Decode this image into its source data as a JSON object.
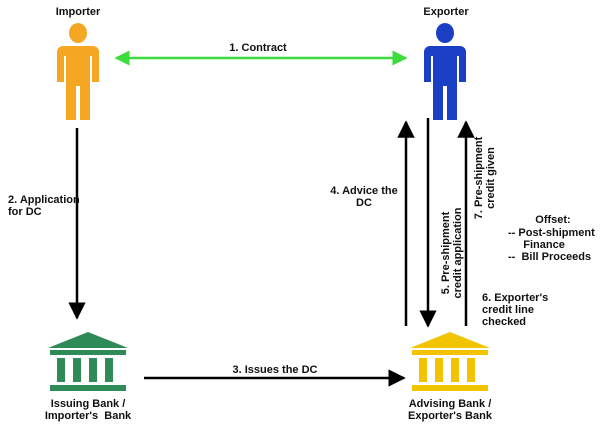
{
  "parties": {
    "importer": "Importer",
    "exporter": "Exporter"
  },
  "banks": {
    "issuing": "Issuing Bank /\nImporter's  Bank",
    "advising": "Advising Bank /\nExporter's Bank"
  },
  "steps": {
    "contract": "1. Contract",
    "application": "2. Application\nfor DC",
    "issues": "3. Issues the DC",
    "advice": "4. Advice the\nDC",
    "pre_shipment_app": "5. Pre-shipment\ncredit application",
    "credit_line": "6. Exporter's\ncredit line\nchecked",
    "pre_shipment_given": "7. Pre-shipment\ncredit given"
  },
  "offset": {
    "title": "Offset:",
    "items": "-- Post-shipment\n     Finance\n--  Bill Proceeds"
  },
  "colors": {
    "importer": "#f5a623",
    "exporter": "#1b3fc4",
    "issuing_bank": "#2e8b57",
    "advising_bank": "#f2c400",
    "contract_arrow": "#3ddc3d",
    "arrow": "#000000"
  },
  "icons": {
    "importer": "person-icon",
    "exporter": "person-icon",
    "issuing_bank": "bank-icon",
    "advising_bank": "bank-icon"
  }
}
